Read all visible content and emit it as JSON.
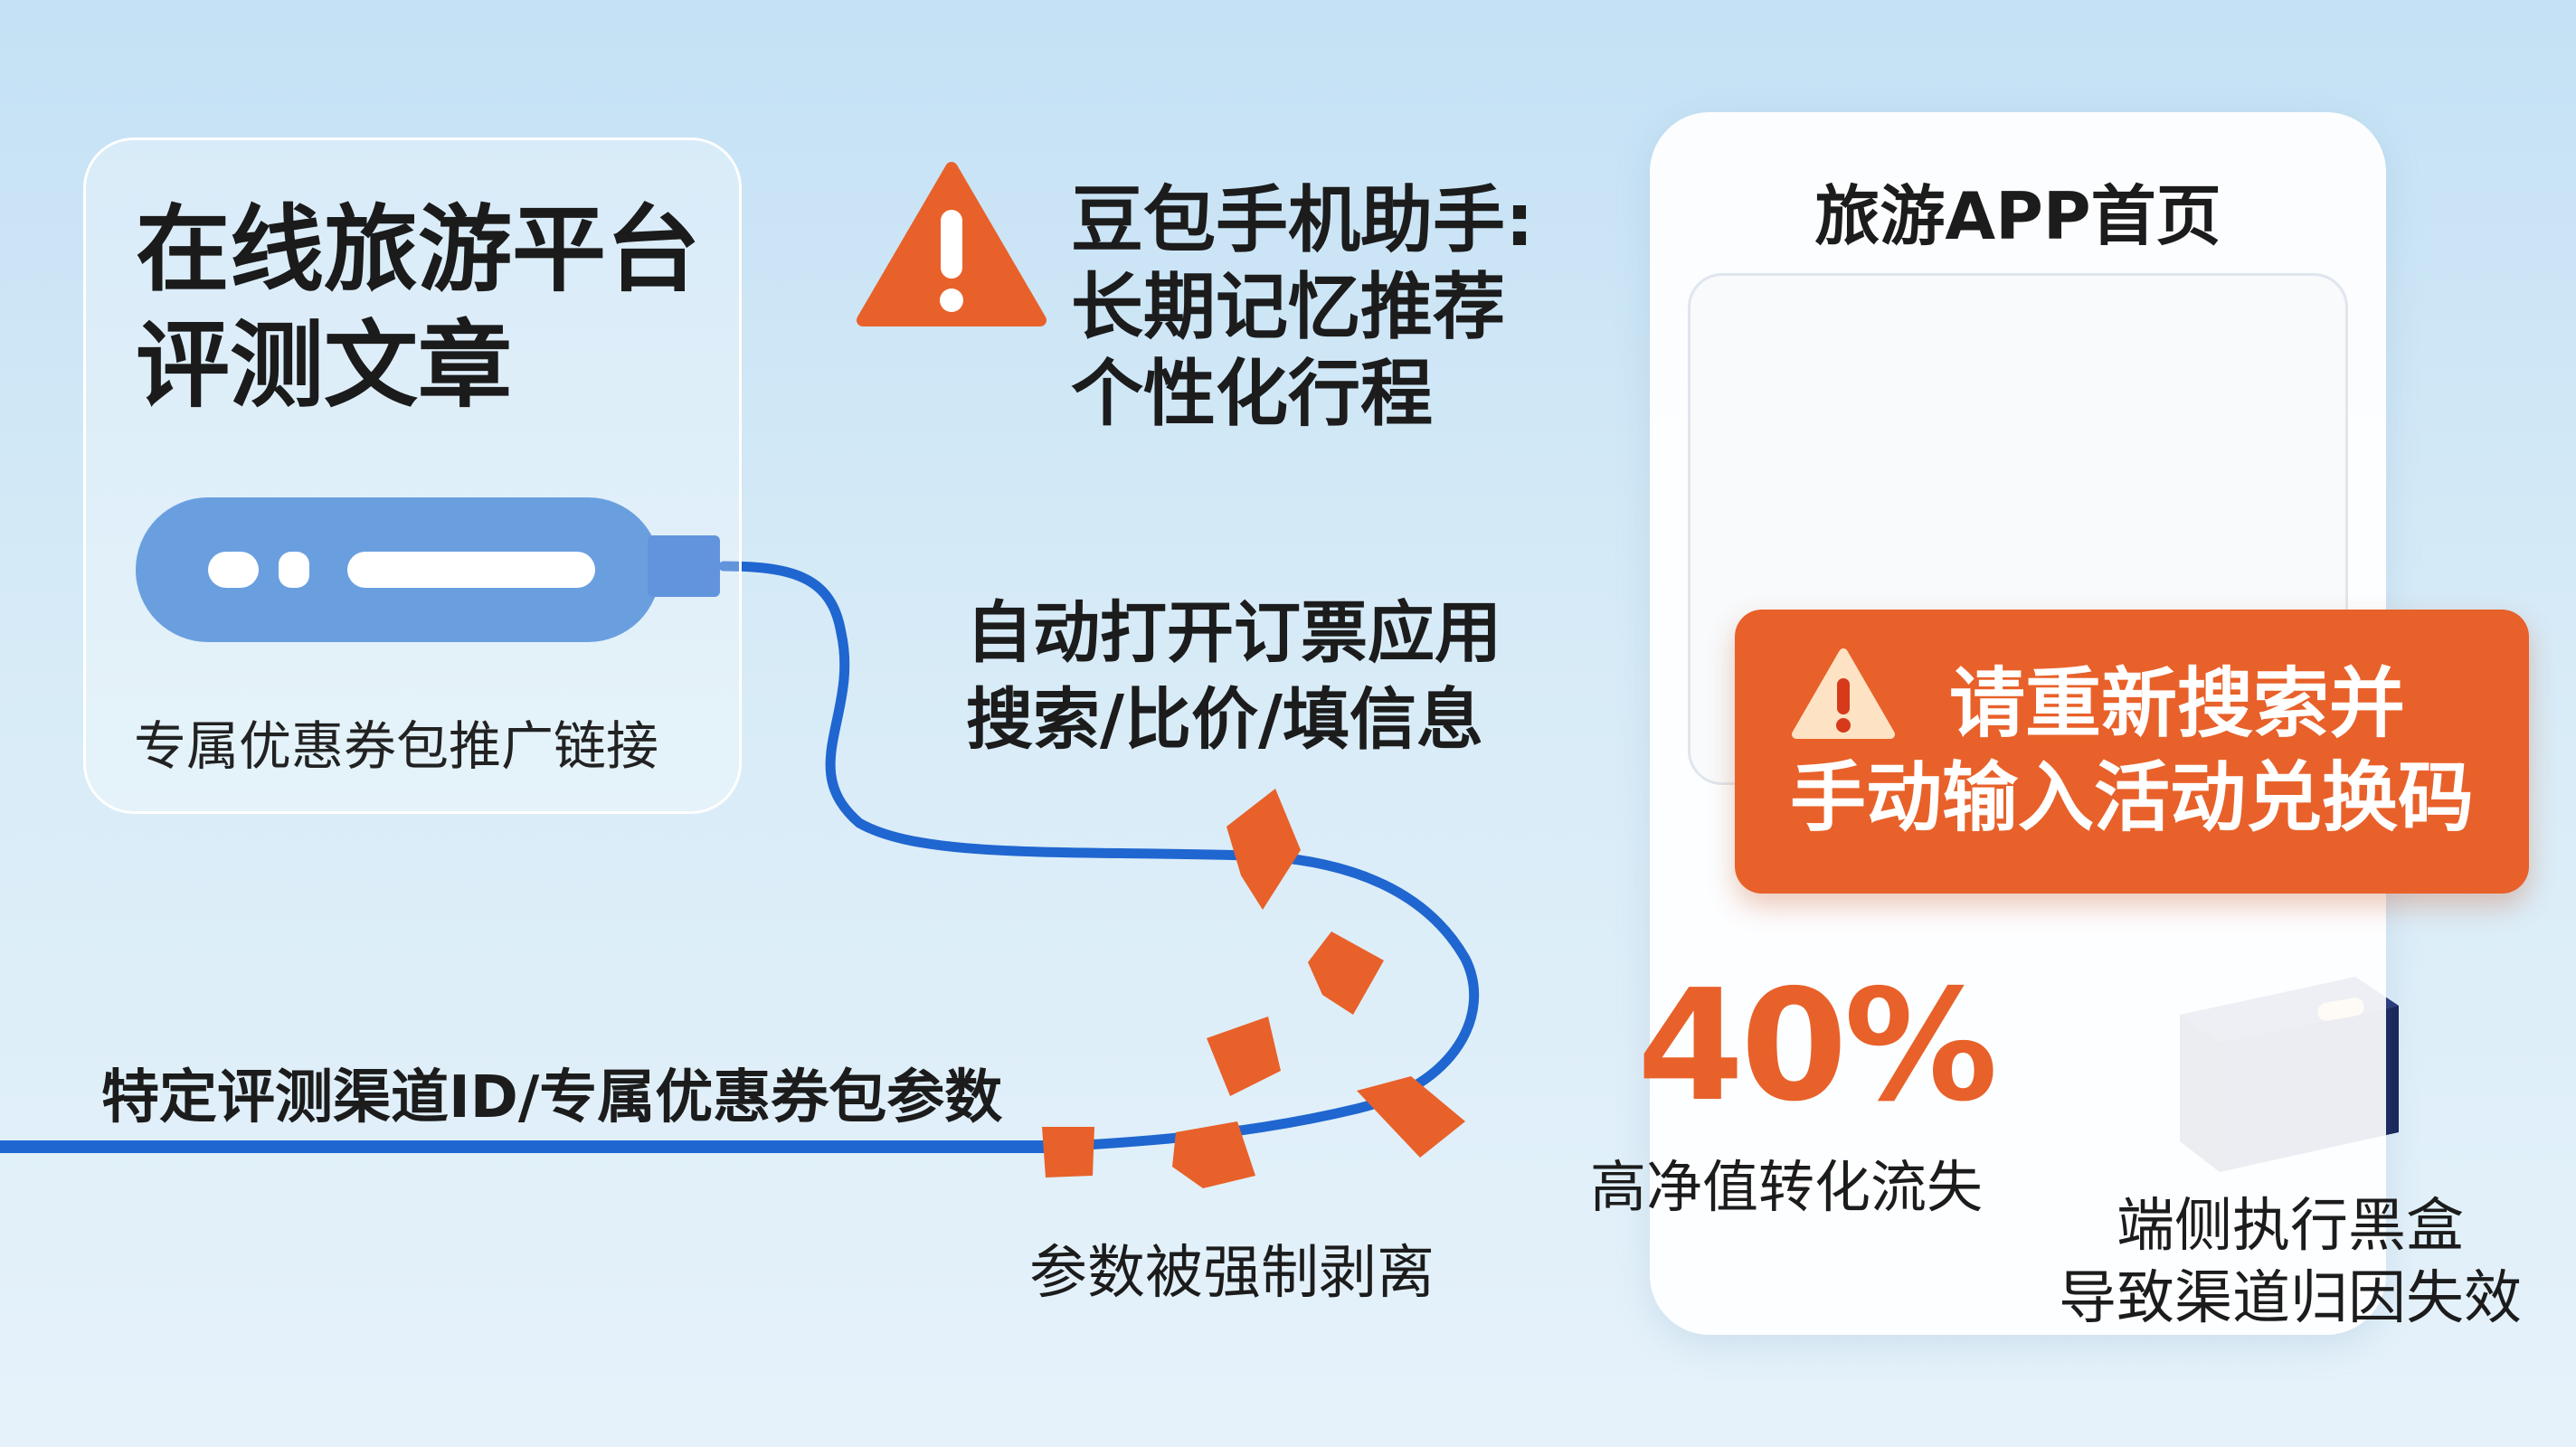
{
  "source_card": {
    "title_line1": "在线旅游平台",
    "title_line2": "评测文章",
    "link_label": "专属优惠券包推广链接"
  },
  "assistant_warning": {
    "icon": "warning-triangle-icon",
    "line1": "豆包手机助手:",
    "line2": "长期记忆推荐",
    "line3": "个性化行程"
  },
  "automation": {
    "line1": "自动打开订票应用",
    "line2": "搜索/比价/填信息"
  },
  "parameters": {
    "label": "特定评测渠道ID/专属优惠券包参数",
    "stripped_label": "参数被强制剥离"
  },
  "phone": {
    "title": "旅游APP首页",
    "alert": {
      "icon": "warning-triangle-icon",
      "line1": "请重新搜索并",
      "line2": "手动输入活动兑换码"
    }
  },
  "stat": {
    "value": "40%",
    "label": "高净值转化流失"
  },
  "black_box": {
    "icon": "black-box-icon",
    "line1": "端侧执行黑盒",
    "line2": "导致渠道归因失效"
  },
  "colors": {
    "accent_orange": "#e8612a",
    "link_blue": "#2a76d2",
    "cable_blue": "#1f66d0",
    "box_navy": "#152358"
  }
}
